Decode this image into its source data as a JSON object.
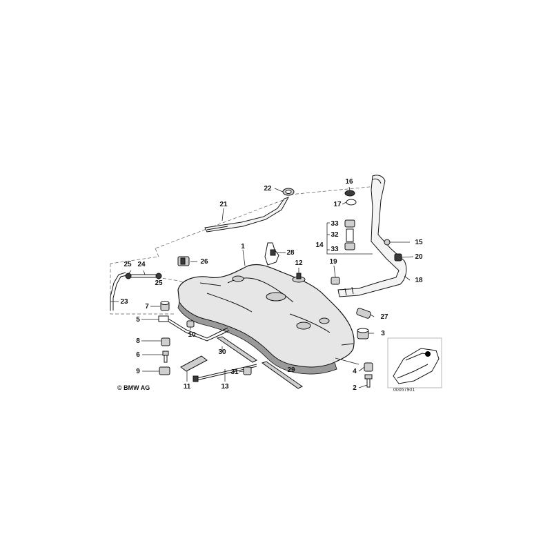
{
  "copyright": "© BMW AG",
  "diagram_number": "00057901",
  "labels": {
    "p1": "1",
    "p2": "2",
    "p3": "3",
    "p4": "4",
    "p5": "5",
    "p6": "6",
    "p7": "7",
    "p8": "8",
    "p9": "9",
    "p10": "10",
    "p11": "11",
    "p12": "12",
    "p13": "13",
    "p14": "14",
    "p15": "15",
    "p16": "16",
    "p17": "17",
    "p18": "18",
    "p19": "19",
    "p20": "20",
    "p21": "21",
    "p22": "22",
    "p23": "23",
    "p24": "24",
    "p25a": "25",
    "p25b": "25",
    "p26": "26",
    "p27": "27",
    "p28": "28",
    "p29": "29",
    "p30": "30",
    "p31": "31",
    "p32": "32",
    "p33a": "33",
    "p33b": "33"
  }
}
